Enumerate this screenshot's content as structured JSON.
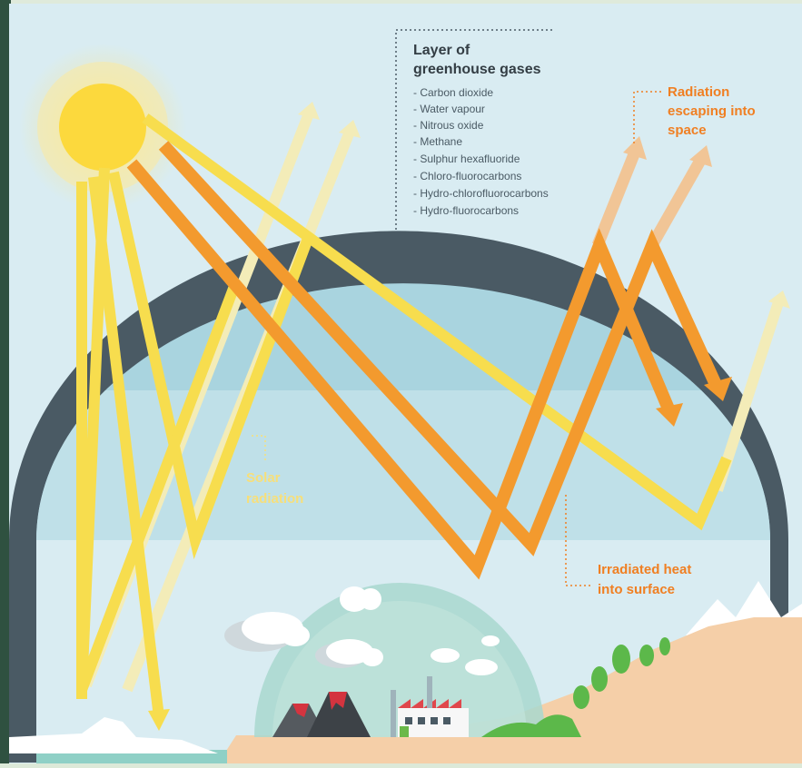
{
  "ghg_panel": {
    "title_line1": "Layer of",
    "title_line2": "greenhouse gases",
    "gases": [
      "- Carbon dioxide",
      "- Water vapour",
      "- Nitrous oxide",
      "- Methane",
      "- Sulphur hexafluoride",
      "- Chloro-fluorocarbons",
      "- Hydro-chlorofluorocarbons",
      "- Hydro-fluorocarbons"
    ]
  },
  "labels": {
    "escaping_line1": "Radiation",
    "escaping_line2": "escaping into",
    "escaping_line3": "space",
    "solar_line1": "Solar",
    "solar_line2": "radiation",
    "irradiated_line1": "Irradiated heat",
    "irradiated_line2": "into surface"
  },
  "colors": {
    "sky": "#d9ecf2",
    "atmosphere_band": "#a9d4df",
    "atmosphere_band_light": "#bfe0e8",
    "atmosphere_outer": "#4a5a64",
    "solar_ray": "#f7dd4e",
    "solar_ray_faint": "#f3ecb8",
    "heat_ray": "#f39a2e",
    "heat_ray_faint": "#f1c596",
    "label_orange": "#f07f22",
    "label_yellow": "#f7df7a",
    "ground": "#f5cfa8",
    "dome": "#a8d8cf"
  },
  "icons": [
    "sun-icon",
    "cloud-icon",
    "volcano-icon",
    "factory-icon",
    "tree-icon",
    "mountain-icon",
    "iceberg-icon"
  ]
}
